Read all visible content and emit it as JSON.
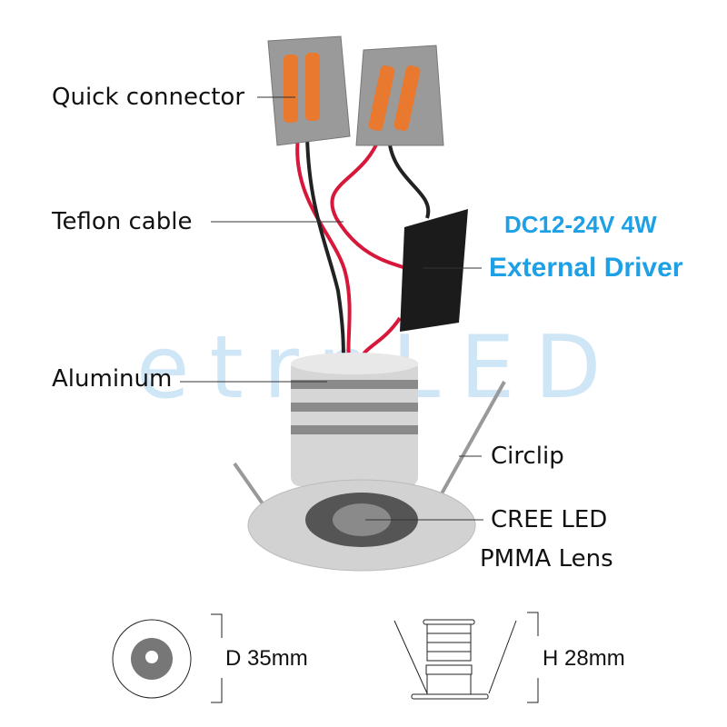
{
  "labels": {
    "quick_connector": "Quick connector",
    "teflon_cable": "Teflon cable",
    "aluminum": "Aluminum",
    "circlip": "Circlip",
    "cree_led": "CREE LED",
    "pmma_lens": "PMMA Lens"
  },
  "driver": {
    "spec": "DC12-24V  4W",
    "name": "External Driver"
  },
  "dimensions": {
    "diameter": "D 35mm",
    "height": "H 28mm"
  },
  "watermark": "etrnLED",
  "colors": {
    "accent_blue": "#1ea0e6",
    "connector_orange": "#e8792e",
    "wire_red": "#d8183a"
  }
}
